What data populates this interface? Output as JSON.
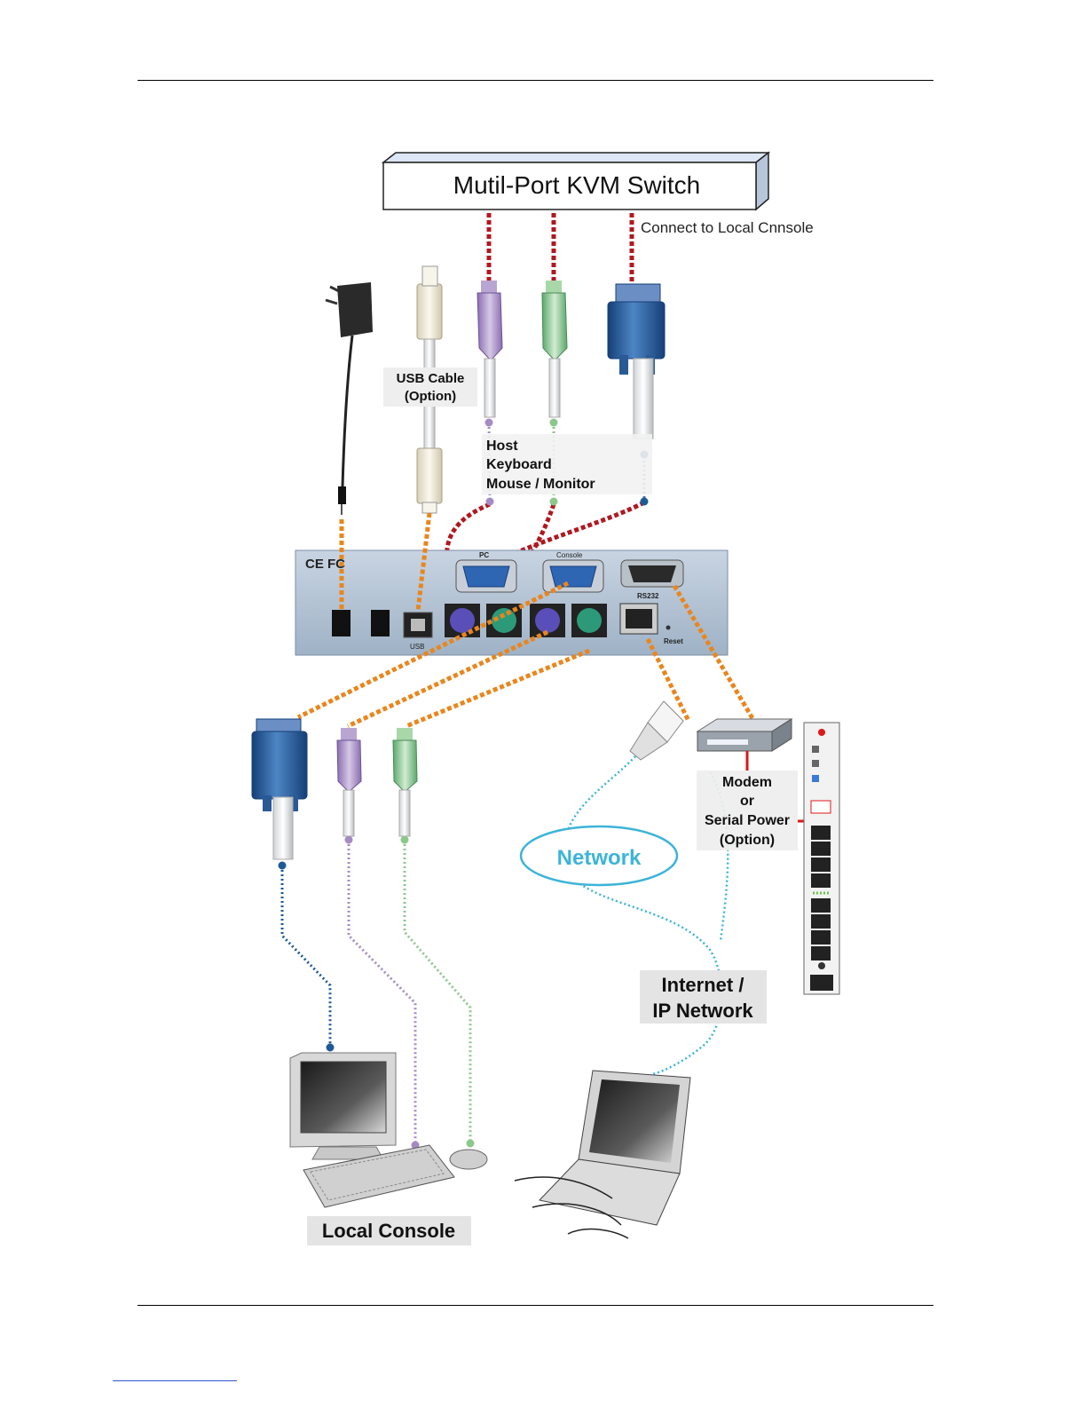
{
  "switch": {
    "title": "Mutil-Port KVM Switch"
  },
  "labels": {
    "connect_local": "Connect to Local Cnnsole",
    "usb_line1": "USB Cable",
    "usb_line2": "(Option)",
    "host_line1": "Host",
    "host_line2": "Keyboard",
    "host_line3": "Mouse / Monitor",
    "modem_line1": "Modem",
    "modem_line2": "or",
    "modem_line3": "Serial Power",
    "modem_line4": "(Option)",
    "network": "Network",
    "internet_line1": "Internet /",
    "internet_line2": "IP Network",
    "local_console": "Local Console"
  },
  "panel": {
    "ce_fc": "CE FC",
    "pc": "PC",
    "console": "Console",
    "rs232": "RS232",
    "reset": "Reset",
    "usb": "USB"
  },
  "colors": {
    "kvm_cable": "#b01820",
    "local_cable": "#e8861e",
    "network_cable": "#3cb4d8",
    "ps2_purple": "#a58bc4",
    "ps2_green": "#8cc88c",
    "vga_blue": "#1e5a96"
  }
}
